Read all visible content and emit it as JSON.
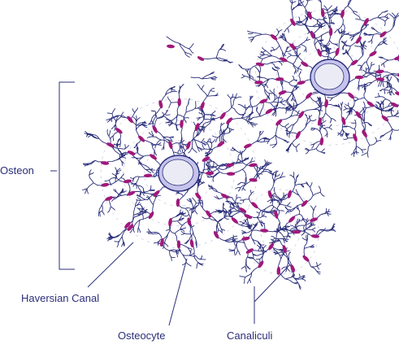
{
  "colors": {
    "line": "#2b2f7a",
    "lacuna": "#a0187a",
    "canal_fill": "#c6c3ec",
    "canal_inner": "#ebebf6",
    "label_text": "#2b2f7a"
  },
  "labels": {
    "osteon": "Osteon",
    "haversian_canal": "Haversian Canal",
    "osteocyte": "Osteocyte",
    "canaliculi": "Canaliculi"
  }
}
